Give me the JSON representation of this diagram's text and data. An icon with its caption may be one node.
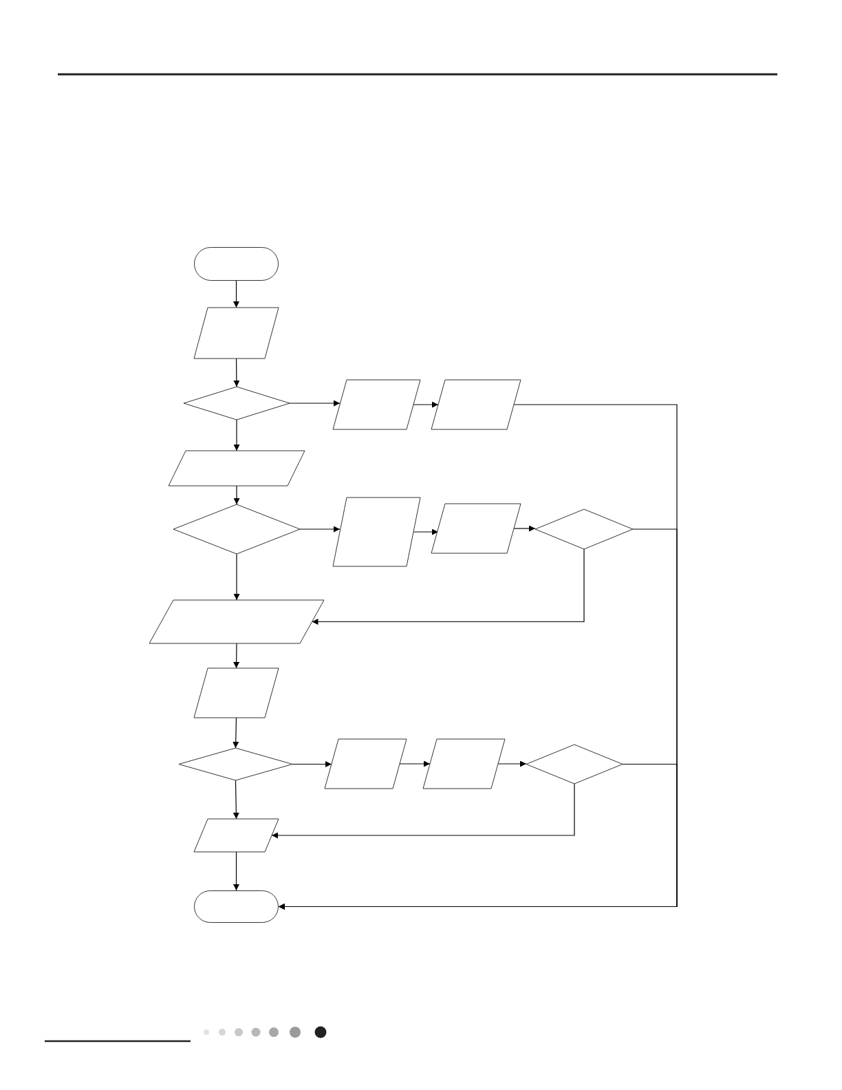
{
  "diagram": {
    "nodes": [
      {
        "text": [],
        "shape": "terminal"
      },
      {
        "text": [],
        "shape": "parallelogram"
      },
      {
        "text": [],
        "shape": "diamond"
      },
      {
        "text": [],
        "shape": "parallelogram"
      },
      {
        "text": [],
        "shape": "parallelogram"
      },
      {
        "text": [],
        "shape": "parallelogram"
      },
      {
        "text": [],
        "shape": "diamond"
      },
      {
        "text": [],
        "shape": "parallelogram"
      },
      {
        "text": [],
        "shape": "parallelogram"
      },
      {
        "text": [],
        "shape": "diamond"
      },
      {
        "text": [],
        "shape": "parallelogram"
      },
      {
        "text": [],
        "shape": "parallelogram"
      },
      {
        "text": [],
        "shape": "diamond"
      },
      {
        "text": [],
        "shape": "parallelogram"
      },
      {
        "text": [],
        "shape": "parallelogram"
      },
      {
        "text": [],
        "shape": "diamond"
      },
      {
        "text": [],
        "shape": "parallelogram"
      },
      {
        "text": [],
        "shape": "terminal"
      }
    ],
    "edges": [
      {
        "from": 0,
        "to": 1,
        "arrow": "to"
      },
      {
        "from": 1,
        "to": 2,
        "arrow": "to"
      },
      {
        "from": 2,
        "to": 3,
        "arrow": "to"
      },
      {
        "from": 3,
        "to": 4,
        "arrow": "to"
      },
      {
        "from": 4,
        "to": 17,
        "arrow": "to"
      },
      {
        "from": 2,
        "to": 5,
        "arrow": "to"
      },
      {
        "from": 5,
        "to": 6,
        "arrow": "to"
      },
      {
        "from": 6,
        "to": 7,
        "arrow": "to"
      },
      {
        "from": 7,
        "to": 8,
        "arrow": "to"
      },
      {
        "from": 8,
        "to": 9,
        "arrow": "to"
      },
      {
        "from": 9,
        "to": 17,
        "arrow": "to"
      },
      {
        "from": 9,
        "to": 10,
        "arrow": "to"
      },
      {
        "from": 6,
        "to": 10,
        "arrow": "to"
      },
      {
        "from": 10,
        "to": 11,
        "arrow": "to"
      },
      {
        "from": 11,
        "to": 12,
        "arrow": "to"
      },
      {
        "from": 12,
        "to": 13,
        "arrow": "to"
      },
      {
        "from": 13,
        "to": 14,
        "arrow": "to"
      },
      {
        "from": 14,
        "to": 15,
        "arrow": "to"
      },
      {
        "from": 15,
        "to": 17,
        "arrow": "to"
      },
      {
        "from": 15,
        "to": 16,
        "arrow": "to"
      },
      {
        "from": 12,
        "to": 16,
        "arrow": "to"
      },
      {
        "from": 16,
        "to": 17,
        "arrow": "to"
      }
    ]
  }
}
